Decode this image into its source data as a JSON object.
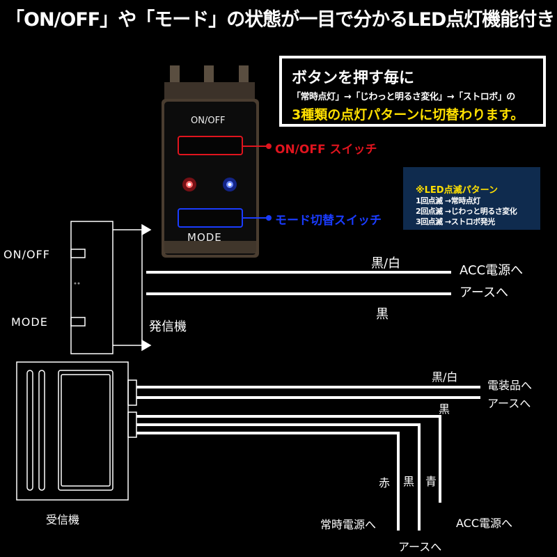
{
  "headline": "「ON/OFF」や「モード」の状態が一目で分かるLED点灯機能付き",
  "callout": {
    "line1": "ボタンを押す毎に",
    "line2": "「常時点灯」→「じわっと明るさ変化」→「ストロボ」の",
    "line3": "3種類の点灯パターンに切替わります。"
  },
  "switch": {
    "top_label": "ON/OFF",
    "bottom_label": "MODE",
    "onoff_callout": "ON/OFF スイッチ",
    "mode_callout": "モード切替スイッチ",
    "colors": {
      "red": "#e0141e",
      "blue": "#1a3cff",
      "yellow": "#ffe000"
    }
  },
  "pattern": {
    "title": "※LED点滅パターン",
    "items": [
      "1回点滅 →常時点灯",
      "2回点滅 →じわっと明るさ変化",
      "3回点滅 →ストロボ発光"
    ]
  },
  "transmitter": {
    "name": "発信機",
    "onoff_label": "ON/OFF",
    "mode_label": "MODE",
    "wire1_color": "黒/白",
    "wire1_dest": "ACC電源へ",
    "wire2_color": "黒",
    "wire2_dest": "アースへ"
  },
  "receiver": {
    "name": "受信機",
    "out1_color": "黒/白",
    "out1_dest": "電装品へ",
    "out2_color": "黒",
    "out2_dest": "アースへ",
    "in_red": "赤",
    "in_black": "黒",
    "in_blue": "青",
    "in_red_dest": "常時電源へ",
    "in_black_dest": "アースへ",
    "in_blue_dest": "ACC電源へ"
  }
}
